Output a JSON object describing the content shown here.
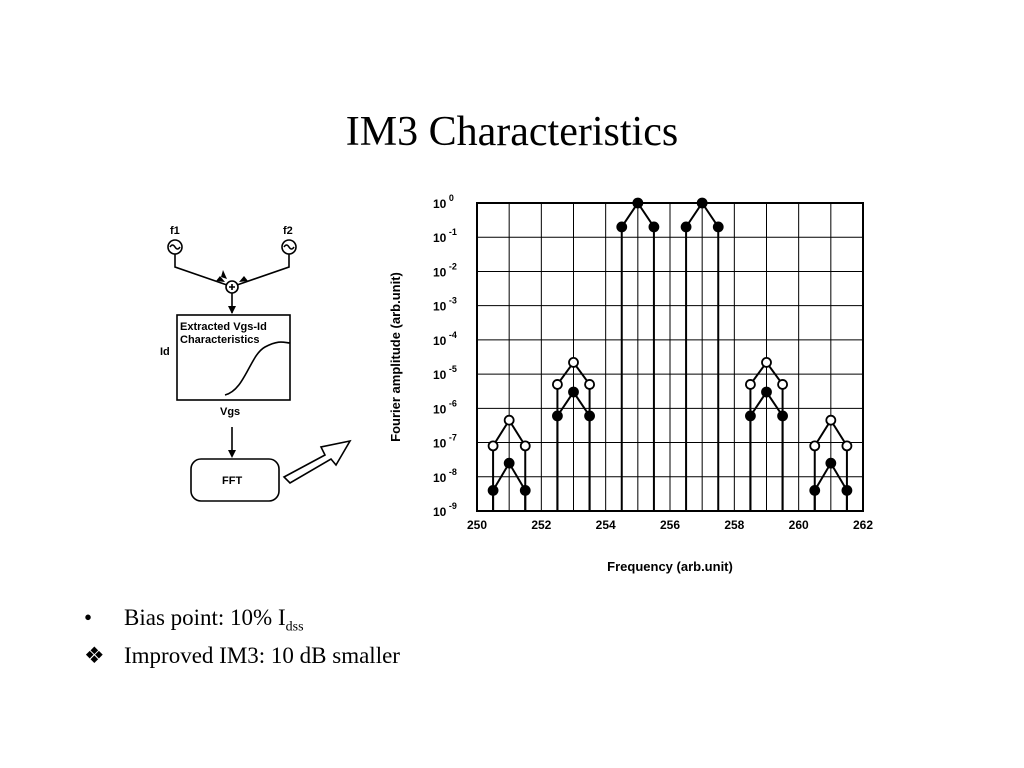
{
  "slide": {
    "title": "IM3 Characteristics"
  },
  "diagram": {
    "source1": "f1",
    "source2": "f2",
    "adder_symbol": "+",
    "box_title_line1": "Extracted Vgs-Id",
    "box_title_line2": "Characteristics",
    "y_axis_label": "Id",
    "x_axis_label": "Vgs",
    "fft_label": "FFT",
    "source_glyph": "∿"
  },
  "chart_data": {
    "type": "line",
    "title": "",
    "xlabel": "Frequency (arb.unit)",
    "ylabel": "Fourier amplitude (arb.unit)",
    "xlim": [
      250,
      262
    ],
    "ylim_exponent": [
      -9,
      0
    ],
    "y_scale": "log",
    "grid": true,
    "x_ticks": [
      250,
      252,
      254,
      256,
      258,
      260,
      262
    ],
    "x_tick_labels": [
      "250",
      "252",
      "254",
      "256",
      "258",
      "260",
      "262"
    ],
    "y_tick_base": "10",
    "y_tick_exponents": [
      "0",
      "-1",
      "-2",
      "-3",
      "-4",
      "-5",
      "-6",
      "-7",
      "-8",
      "-9"
    ],
    "series": [
      {
        "marker": "filled",
        "groups": [
          {
            "x": [
              250.5,
              251.0,
              251.5
            ],
            "y": [
              4e-09,
              2.5e-08,
              4e-09
            ]
          },
          {
            "x": [
              252.5,
              253.0,
              253.5
            ],
            "y": [
              6e-07,
              3e-06,
              6e-07
            ]
          },
          {
            "x": [
              254.5,
              255.0,
              255.5
            ],
            "y": [
              0.2,
              1.0,
              0.2
            ]
          },
          {
            "x": [
              256.5,
              257.0,
              257.5
            ],
            "y": [
              0.2,
              1.0,
              0.2
            ]
          },
          {
            "x": [
              258.5,
              259.0,
              259.5
            ],
            "y": [
              6e-07,
              3e-06,
              6e-07
            ]
          },
          {
            "x": [
              260.5,
              261.0,
              261.5
            ],
            "y": [
              4e-09,
              2.5e-08,
              4e-09
            ]
          }
        ]
      },
      {
        "marker": "open",
        "groups": [
          {
            "x": [
              250.5,
              251.0,
              251.5
            ],
            "y": [
              8e-08,
              4.5e-07,
              8e-08
            ]
          },
          {
            "x": [
              252.5,
              253.0,
              253.5
            ],
            "y": [
              5e-06,
              2.2e-05,
              5e-06
            ]
          },
          {
            "x": [
              258.5,
              259.0,
              259.5
            ],
            "y": [
              5e-06,
              2.2e-05,
              5e-06
            ]
          },
          {
            "x": [
              260.5,
              261.0,
              261.5
            ],
            "y": [
              8e-08,
              4.5e-07,
              8e-08
            ]
          }
        ]
      }
    ]
  },
  "bullets": [
    {
      "marker": "•",
      "text": "Bias point: 10% I",
      "sub": "dss"
    },
    {
      "marker": "❖",
      "text": "Improved IM3: 10 dB smaller",
      "sub": ""
    }
  ]
}
